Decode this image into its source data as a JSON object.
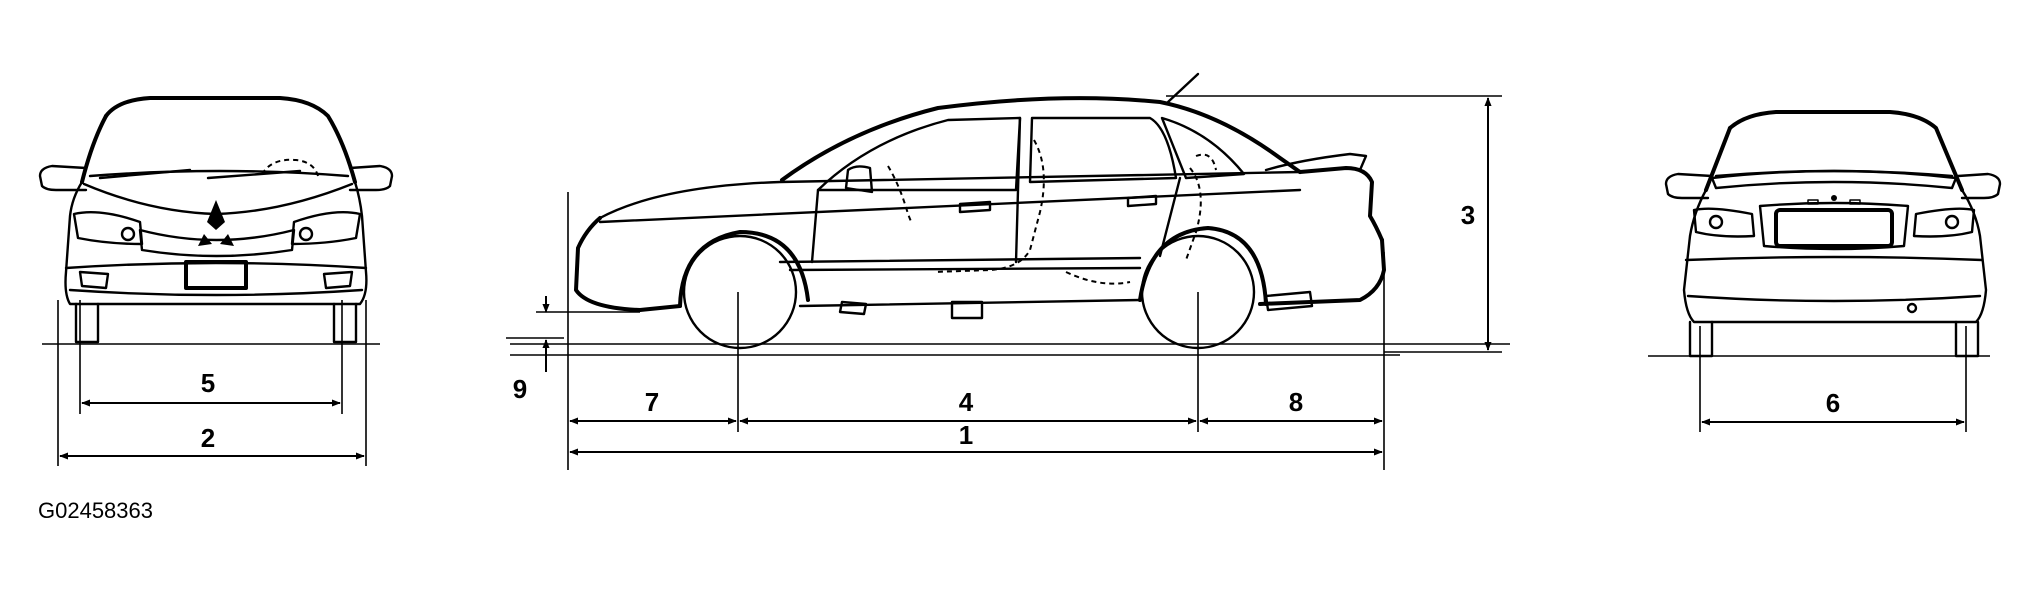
{
  "figure_id": "G02458363",
  "dimension_labels": {
    "overall_length": "1",
    "front_track": "2",
    "overall_height": "3",
    "wheelbase": "4",
    "front_tread_inner": "5",
    "rear_track": "6",
    "front_overhang": "7",
    "rear_overhang": "8",
    "ground_clearance": "9"
  }
}
